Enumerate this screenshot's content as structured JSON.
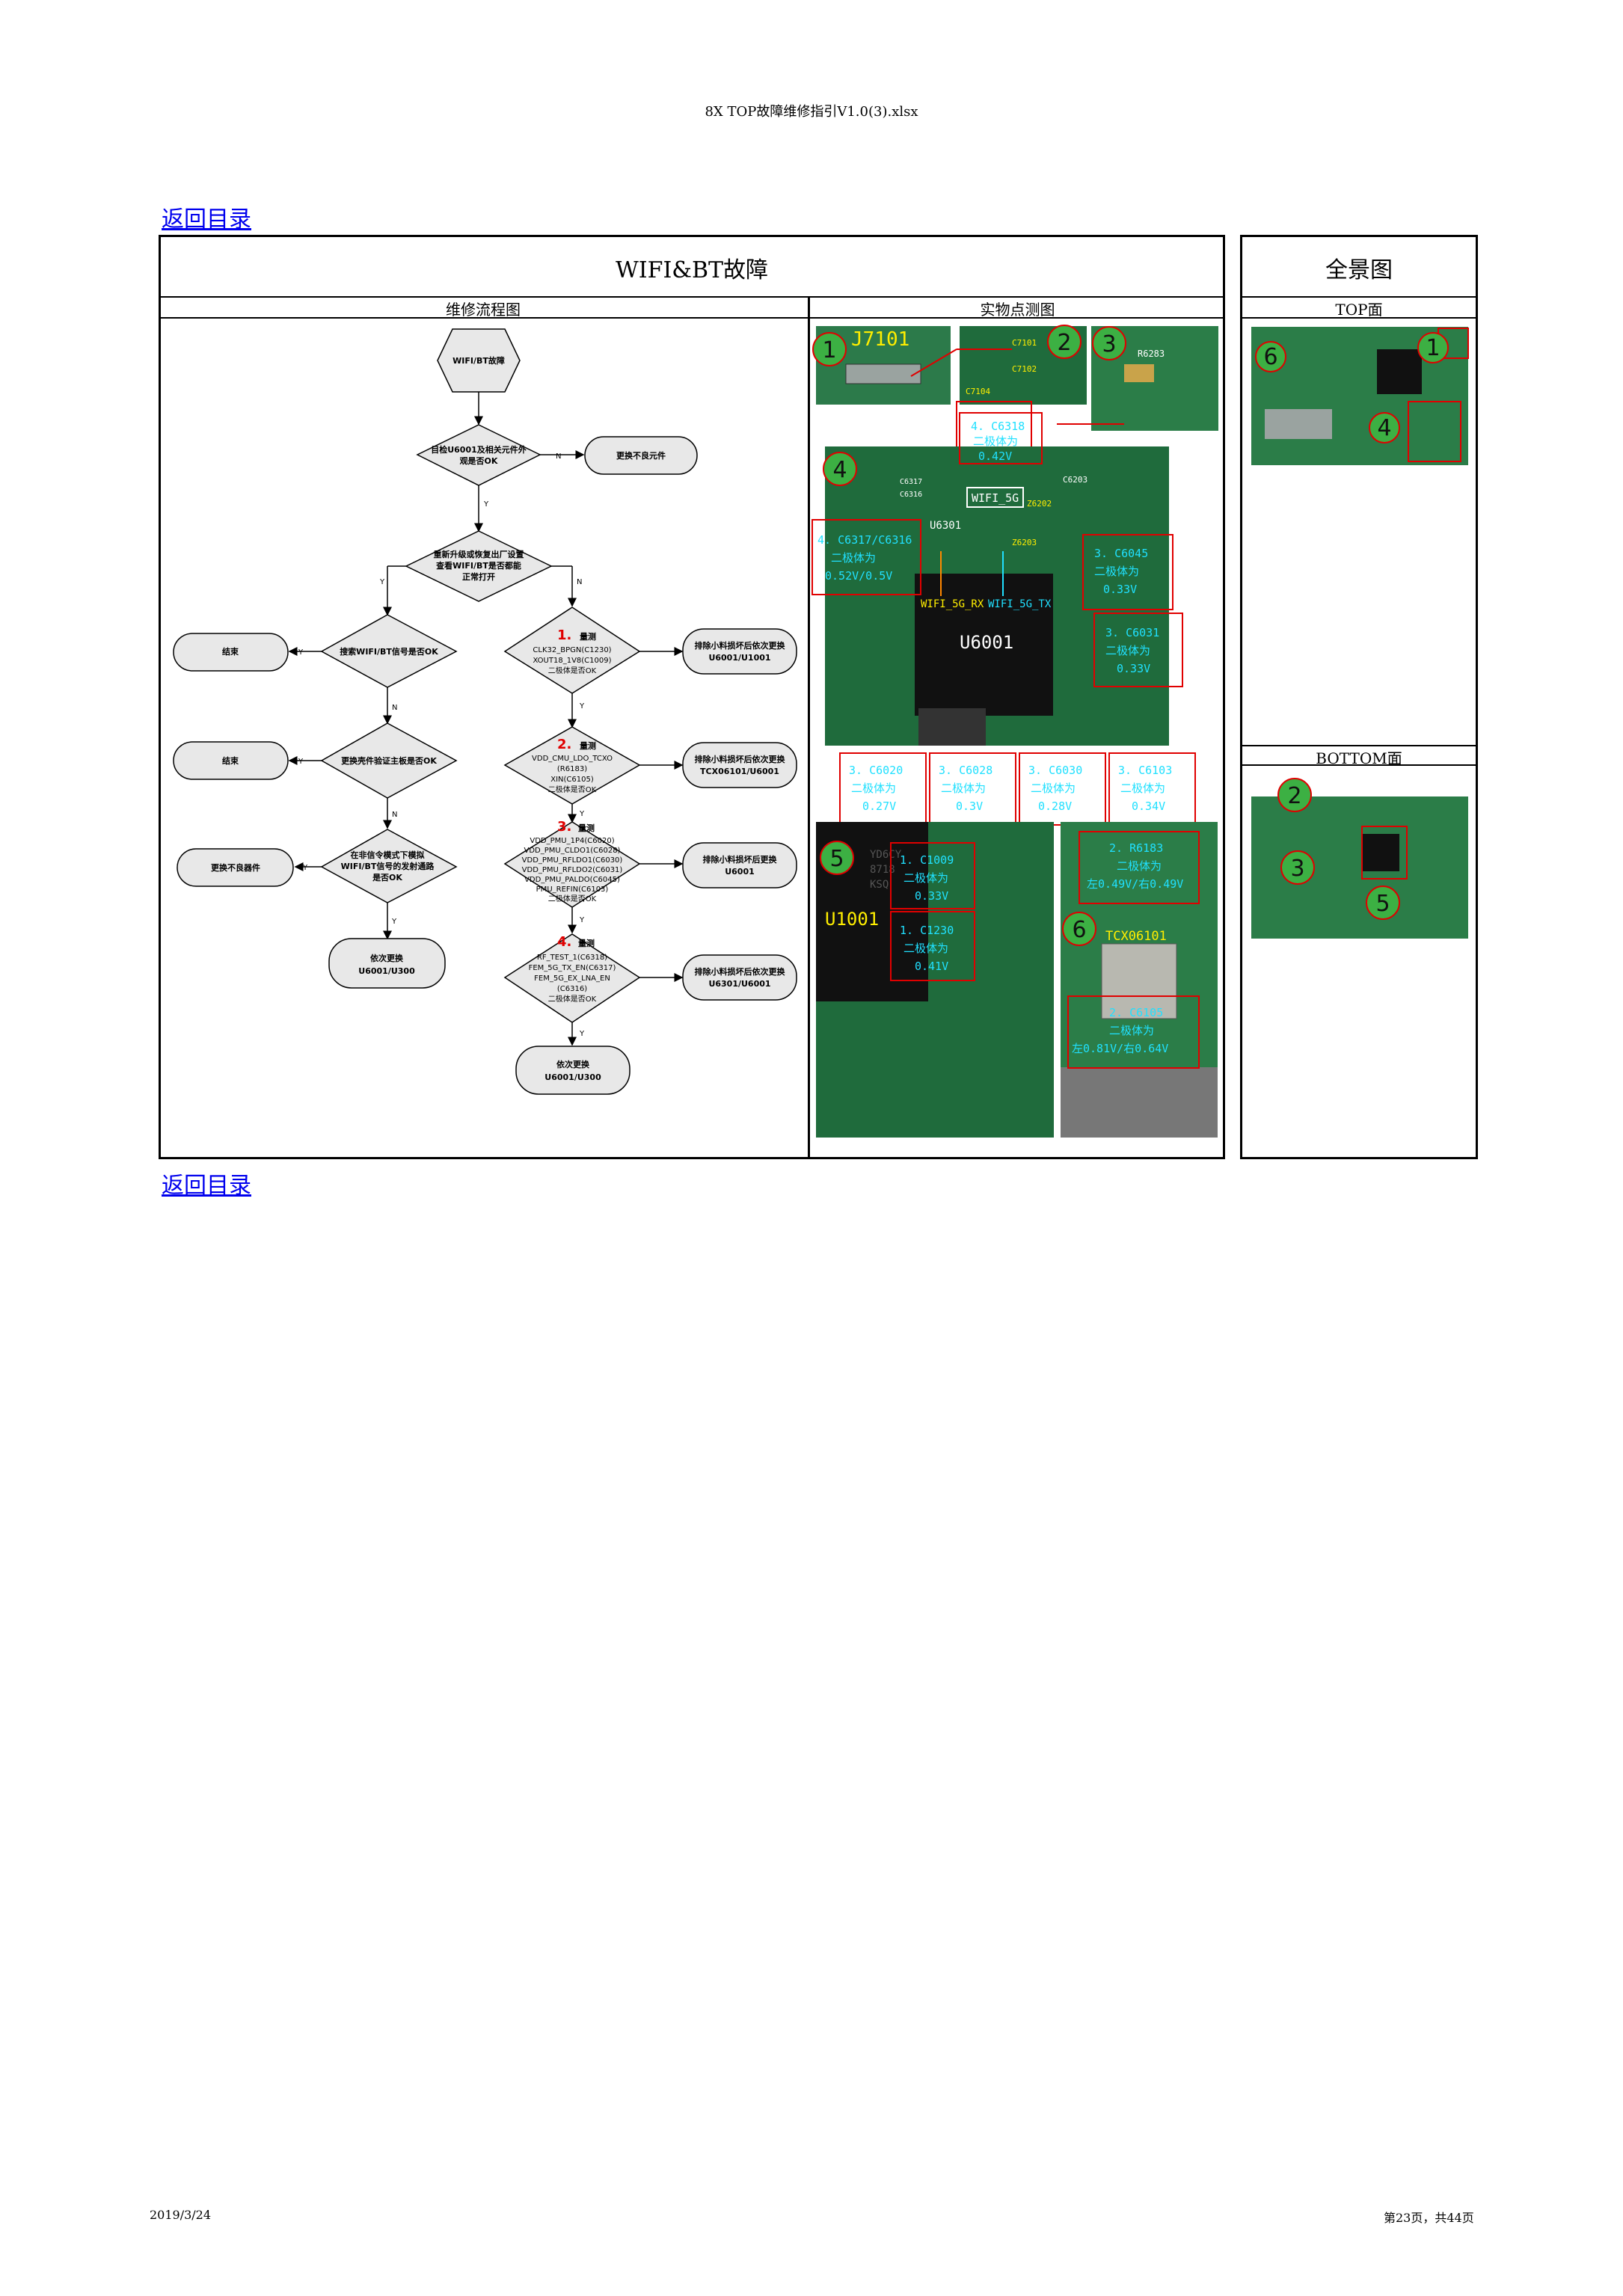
{
  "header": {
    "file_title": "8X TOP故障维修指引V1.0(3).xlsx"
  },
  "footer": {
    "date": "2019/3/24",
    "page": "第23页，共44页"
  },
  "links": {
    "back_top": "返回目录",
    "back_bottom": "返回目录"
  },
  "table": {
    "main_title": "WIFI&BT故障",
    "panorama_title": "全景图",
    "col_flow": "维修流程图",
    "col_photo": "实物点测图",
    "top_face": "TOP面",
    "bottom_face": "BOTTOM面"
  },
  "flow": {
    "start": "WIFI/BT故障",
    "q1": [
      "目检U6001及相关元件外",
      "观是否OK"
    ],
    "q1_no": "更换不良元件",
    "q2": [
      "重新升级或恢复出厂设置",
      "查看WIFI/BT是否都能",
      "正常打开"
    ],
    "q3": "搜索WIFI/BT信号是否OK",
    "q3_yes": "结束",
    "q4": "更换壳件验证主板是否OK",
    "q4_yes": "结束",
    "q5": [
      "在非信令模式下模拟",
      "WIFI/BT信号的发射通路",
      "是否OK"
    ],
    "q5_yes": "更换不良器件",
    "end_left": [
      "依次更换",
      "U6001/U300"
    ],
    "m1_num": "1.",
    "m1": [
      "量测",
      "CLK32_BPGN(C1230)",
      "XOUT18_1V8(C1009)",
      "二极体是否OK"
    ],
    "m1_no": [
      "排除小料损坏后依次更换",
      "U6001/U1001"
    ],
    "m2_num": "2.",
    "m2": [
      "量测",
      "VDD_CMU_LDO_TCXO",
      "(R6183)",
      "XIN(C6105)",
      "二极体是否OK"
    ],
    "m2_no": [
      "排除小料损坏后依次更换",
      "TCX06101/U6001"
    ],
    "m3_num": "3.",
    "m3": [
      "量测",
      "VDD_PMU_1P4(C6020)",
      "VDD_PMU_CLDO1(C6028)",
      "VDD_PMU_RFLDO1(C6030)",
      "VDD_PMU_RFLDO2(C6031)",
      "VDD_PMU_PALDO(C6045)",
      "PMU_REFIN(C6103)",
      "二极体是否OK"
    ],
    "m3_no": [
      "排除小料损坏后更换",
      "U6001"
    ],
    "m4_num": "4.",
    "m4": [
      "量测",
      "RF_TEST_1(C6318)",
      "FEM_5G_TX_EN(C6317)",
      "FEM_5G_EX_LNA_EN",
      "(C6316)",
      "二极体是否OK"
    ],
    "m4_no": [
      "排除小料损坏后依次更换",
      "U6301/U6001"
    ],
    "end_center": [
      "依次更换",
      "U6001/U300"
    ],
    "yes": "Y",
    "no": "N"
  },
  "photo": {
    "badges": [
      "1",
      "2",
      "3",
      "4",
      "5",
      "6"
    ],
    "j7101": "J7101",
    "c7101": "C7101",
    "c7102": "C7102",
    "c7104": "C7104",
    "r6283": "R6283",
    "c6318_title": "4. C6318",
    "c6318_val": [
      "二极体为",
      "0.42V"
    ],
    "c6203": "C6203",
    "c6317": "C6317",
    "c6316": "C6316",
    "wifi5g": "WIFI_5G",
    "z6202": "Z6202",
    "u6301": "U6301",
    "z6203": "Z6203",
    "c6317_box": [
      "4. C6317/C6316",
      "二极体为",
      "0.52V/0.5V"
    ],
    "wifi5g_rx": "WIFI_5G_RX",
    "wifi5g_tx": "WIFI_5G_TX",
    "u6001": "U6001",
    "c6045_box": [
      "3. C6045",
      "二极体为",
      "0.33V"
    ],
    "c6031_box": [
      "3. C6031",
      "二极体为",
      "0.33V"
    ],
    "c6020_box": [
      "3. C6020",
      "二极体为",
      "0.27V"
    ],
    "c6028_box": [
      "3. C6028",
      "二极体为",
      "0.3V"
    ],
    "c6030_box": [
      "3. C6030",
      "二极体为",
      "0.28V"
    ],
    "c6103_box": [
      "3. C6103",
      "二极体为",
      "0.34V"
    ],
    "u1001": "U1001",
    "u1001_mark": [
      "YD6CY",
      "8718",
      "KSQ"
    ],
    "c1009_box": [
      "1. C1009",
      "二极体为",
      "0.33V"
    ],
    "c1230_box": [
      "1. C1230",
      "二极体为",
      "0.41V"
    ],
    "r6183_box": [
      "2. R6183",
      "二极体为",
      "左0.49V/右0.49V"
    ],
    "tcx": "TCX06101",
    "c6105_box": [
      "2. C6105",
      "二极体为",
      "左0.81V/右0.64V"
    ]
  },
  "colors": {
    "pcb_green": "#1f6b3c",
    "red_box": "#e00000",
    "badge_fill": "#3cb043",
    "link_blue": "#0000ee"
  }
}
